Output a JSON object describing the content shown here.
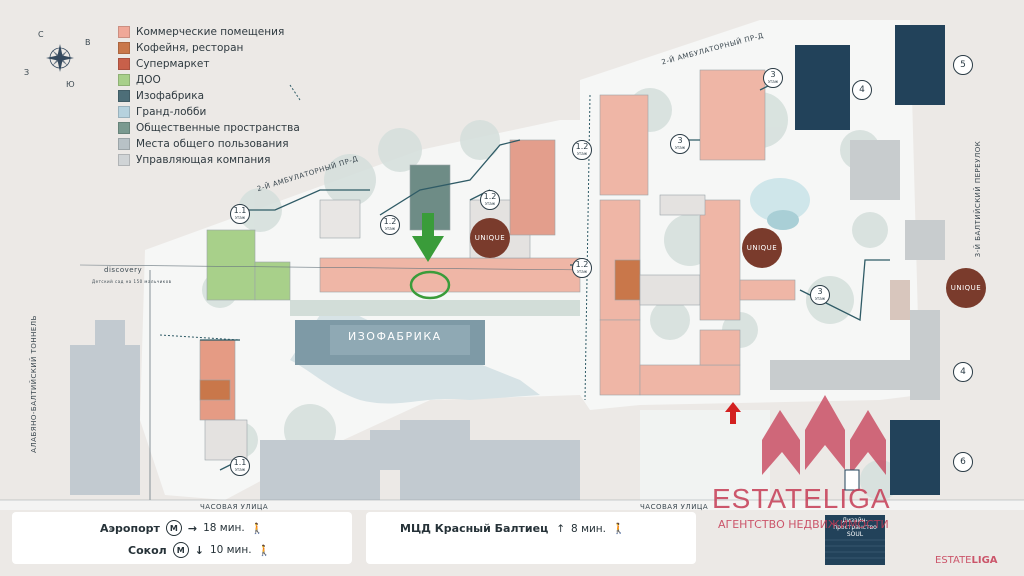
{
  "legend": [
    {
      "label": "Коммерческие помещения",
      "color": "#f0a898"
    },
    {
      "label": "Кофейня, ресторан",
      "color": "#c9774a"
    },
    {
      "label": "Супермаркет",
      "color": "#c8604a"
    },
    {
      "label": "ДОО",
      "color": "#a8d08a"
    },
    {
      "label": "Изофабрика",
      "color": "#4d6e78"
    },
    {
      "label": "Гранд-лобби",
      "color": "#b6d2de"
    },
    {
      "label": "Общественные пространства",
      "color": "#7a9a90"
    },
    {
      "label": "Места общего пользования",
      "color": "#b8c2c6"
    },
    {
      "label": "Управляющая компания",
      "color": "#d0d4d6"
    }
  ],
  "compass": {
    "n": "С",
    "s": "Ю",
    "e": "В",
    "w": "З"
  },
  "streets": {
    "amb1": "2-Й АМБУЛАТОРНЫЙ ПР-Д",
    "amb2": "2-Й АМБУЛАТОРНЫЙ ПР-Д",
    "tunnel": "АЛАБЯНО-БАЛТИЙСКИЙ ТОННЕЛЬ",
    "chas1": "ЧАСОВАЯ УЛИЦА",
    "chas2": "ЧАСОВАЯ УЛИЦА",
    "balt": "3-Й БАЛТИЙСКИЙ ПЕРЕУЛОК"
  },
  "labels": {
    "izo": "ИЗОФАБРИКА",
    "discovery": "discovery",
    "kinder": "Детский сад на 150 мальчиков",
    "unique": "UNIQUE",
    "design_top": "Дизайн-",
    "design_mid": "пространство",
    "design_bot": "SOUL"
  },
  "floor_badges": [
    "1.1",
    "1.2",
    "1.2",
    "1.2",
    "1.2",
    "1.1",
    "3",
    "3",
    "3"
  ],
  "floor_word": "этаж",
  "building_nums": [
    "4",
    "5",
    "4",
    "6"
  ],
  "transit": [
    {
      "name": "Аэропорт",
      "metro": "М",
      "dir": "→",
      "time": "18 мин."
    },
    {
      "name": "Сокол",
      "metro": "М",
      "dir": "↓",
      "time": "10 мин."
    },
    {
      "name": "МЦД Красный Балтиец",
      "metro": "",
      "dir": "↑",
      "time": "8 мин."
    }
  ],
  "watermark": {
    "big": "ESTATELIGA",
    "sub": "АГЕНТСТВО НЕДВИЖИМОСТИ",
    "small": "ESTATE",
    "small2": "LIGA"
  },
  "colors": {
    "tree": "#cfdcd9",
    "path": "#2f5b66",
    "accent": "#3a9c3a",
    "red": "#d32020"
  }
}
